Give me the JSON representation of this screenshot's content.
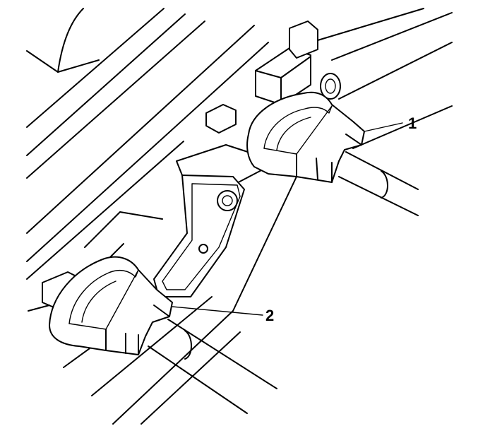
{
  "diagram": {
    "callouts": [
      {
        "id": "1",
        "text": "1"
      },
      {
        "id": "2",
        "text": "2"
      }
    ]
  }
}
